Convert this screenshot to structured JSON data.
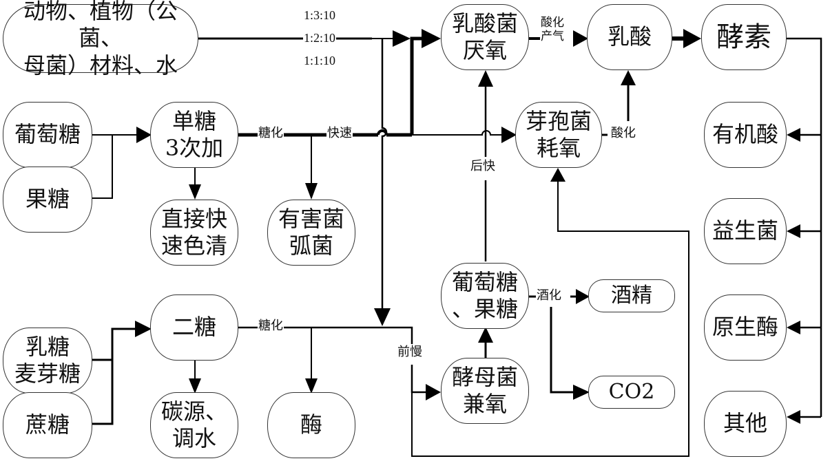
{
  "diagram": {
    "type": "flowchart",
    "nodes": {
      "materials": "动物、植物（公菌、\n母菌）材料、水",
      "glucose": "葡萄糖",
      "fructose": "果糖",
      "monosaccharide": "单糖\n3次加",
      "direct_clear": "直接快\n速色清",
      "harmful_bacteria": "有害菌\n弧菌",
      "lactose_maltose": "乳糖\n麦芽糖",
      "sucrose": "蔗糖",
      "disaccharide": "二糖",
      "carbon_source": "碳源、\n调水",
      "enzyme_small": "酶",
      "lactobacillus": "乳酸菌\n厌氧",
      "bacillus": "芽孢菌\n耗氧",
      "glucose_fructose": "葡萄糖\n、果糖",
      "yeast": "酵母菌\n兼氧",
      "alcohol": "酒精",
      "co2": "CO2",
      "lactic_acid": "乳酸",
      "jiaosu": "酵素",
      "organic_acid": "有机酸",
      "probiotics": "益生菌",
      "proto_enzyme": "原生酶",
      "others": "其他"
    },
    "edge_labels": {
      "ratio_1": "1:3:10",
      "ratio_2": "1:2:10",
      "ratio_3": "1:1:10",
      "saccharify_top": "糖化",
      "fast": "快速",
      "acidify_gas": "酸化\n产气",
      "acidify": "酸化",
      "later_fast": "后快",
      "saccharify_bottom": "糖化",
      "early_slow": "前慢",
      "alcoholize": "酒化"
    },
    "edges": [
      {
        "from": "materials",
        "to": "lactobacillus",
        "label": "1:2:10"
      },
      {
        "from": "glucose",
        "to": "monosaccharide"
      },
      {
        "from": "fructose",
        "to": "monosaccharide"
      },
      {
        "from": "monosaccharide",
        "to": "direct_clear"
      },
      {
        "from": "monosaccharide",
        "to": "harmful_bacteria",
        "label": "糖化"
      },
      {
        "from": "monosaccharide",
        "to": "lactobacillus",
        "label": "快速"
      },
      {
        "from": "monosaccharide",
        "to": "bacillus",
        "label": "快速"
      },
      {
        "from": "lactose_maltose",
        "to": "disaccharide"
      },
      {
        "from": "sucrose",
        "to": "disaccharide"
      },
      {
        "from": "disaccharide",
        "to": "carbon_source"
      },
      {
        "from": "disaccharide",
        "to": "enzyme_small",
        "label": "糖化"
      },
      {
        "from": "disaccharide",
        "to": "yeast",
        "label": "前慢"
      },
      {
        "from": "disaccharide",
        "to": "bacillus"
      },
      {
        "from": "yeast",
        "to": "glucose_fructose"
      },
      {
        "from": "glucose_fructose",
        "to": "lactobacillus",
        "label": "后快"
      },
      {
        "from": "glucose_fructose",
        "to": "alcohol",
        "label": "酒化"
      },
      {
        "from": "glucose_fructose",
        "to": "co2",
        "label": "酒化"
      },
      {
        "from": "lactobacillus",
        "to": "lactic_acid",
        "label": "酸化产气"
      },
      {
        "from": "bacillus",
        "to": "lactic_acid",
        "label": "酸化"
      },
      {
        "from": "lactic_acid",
        "to": "jiaosu"
      },
      {
        "from": "jiaosu",
        "to": "organic_acid"
      },
      {
        "from": "jiaosu",
        "to": "probiotics"
      },
      {
        "from": "jiaosu",
        "to": "proto_enzyme"
      },
      {
        "from": "jiaosu",
        "to": "others"
      }
    ],
    "colors": {
      "line": "#000000",
      "node_border": "#333333",
      "background": "#ffffff"
    }
  }
}
